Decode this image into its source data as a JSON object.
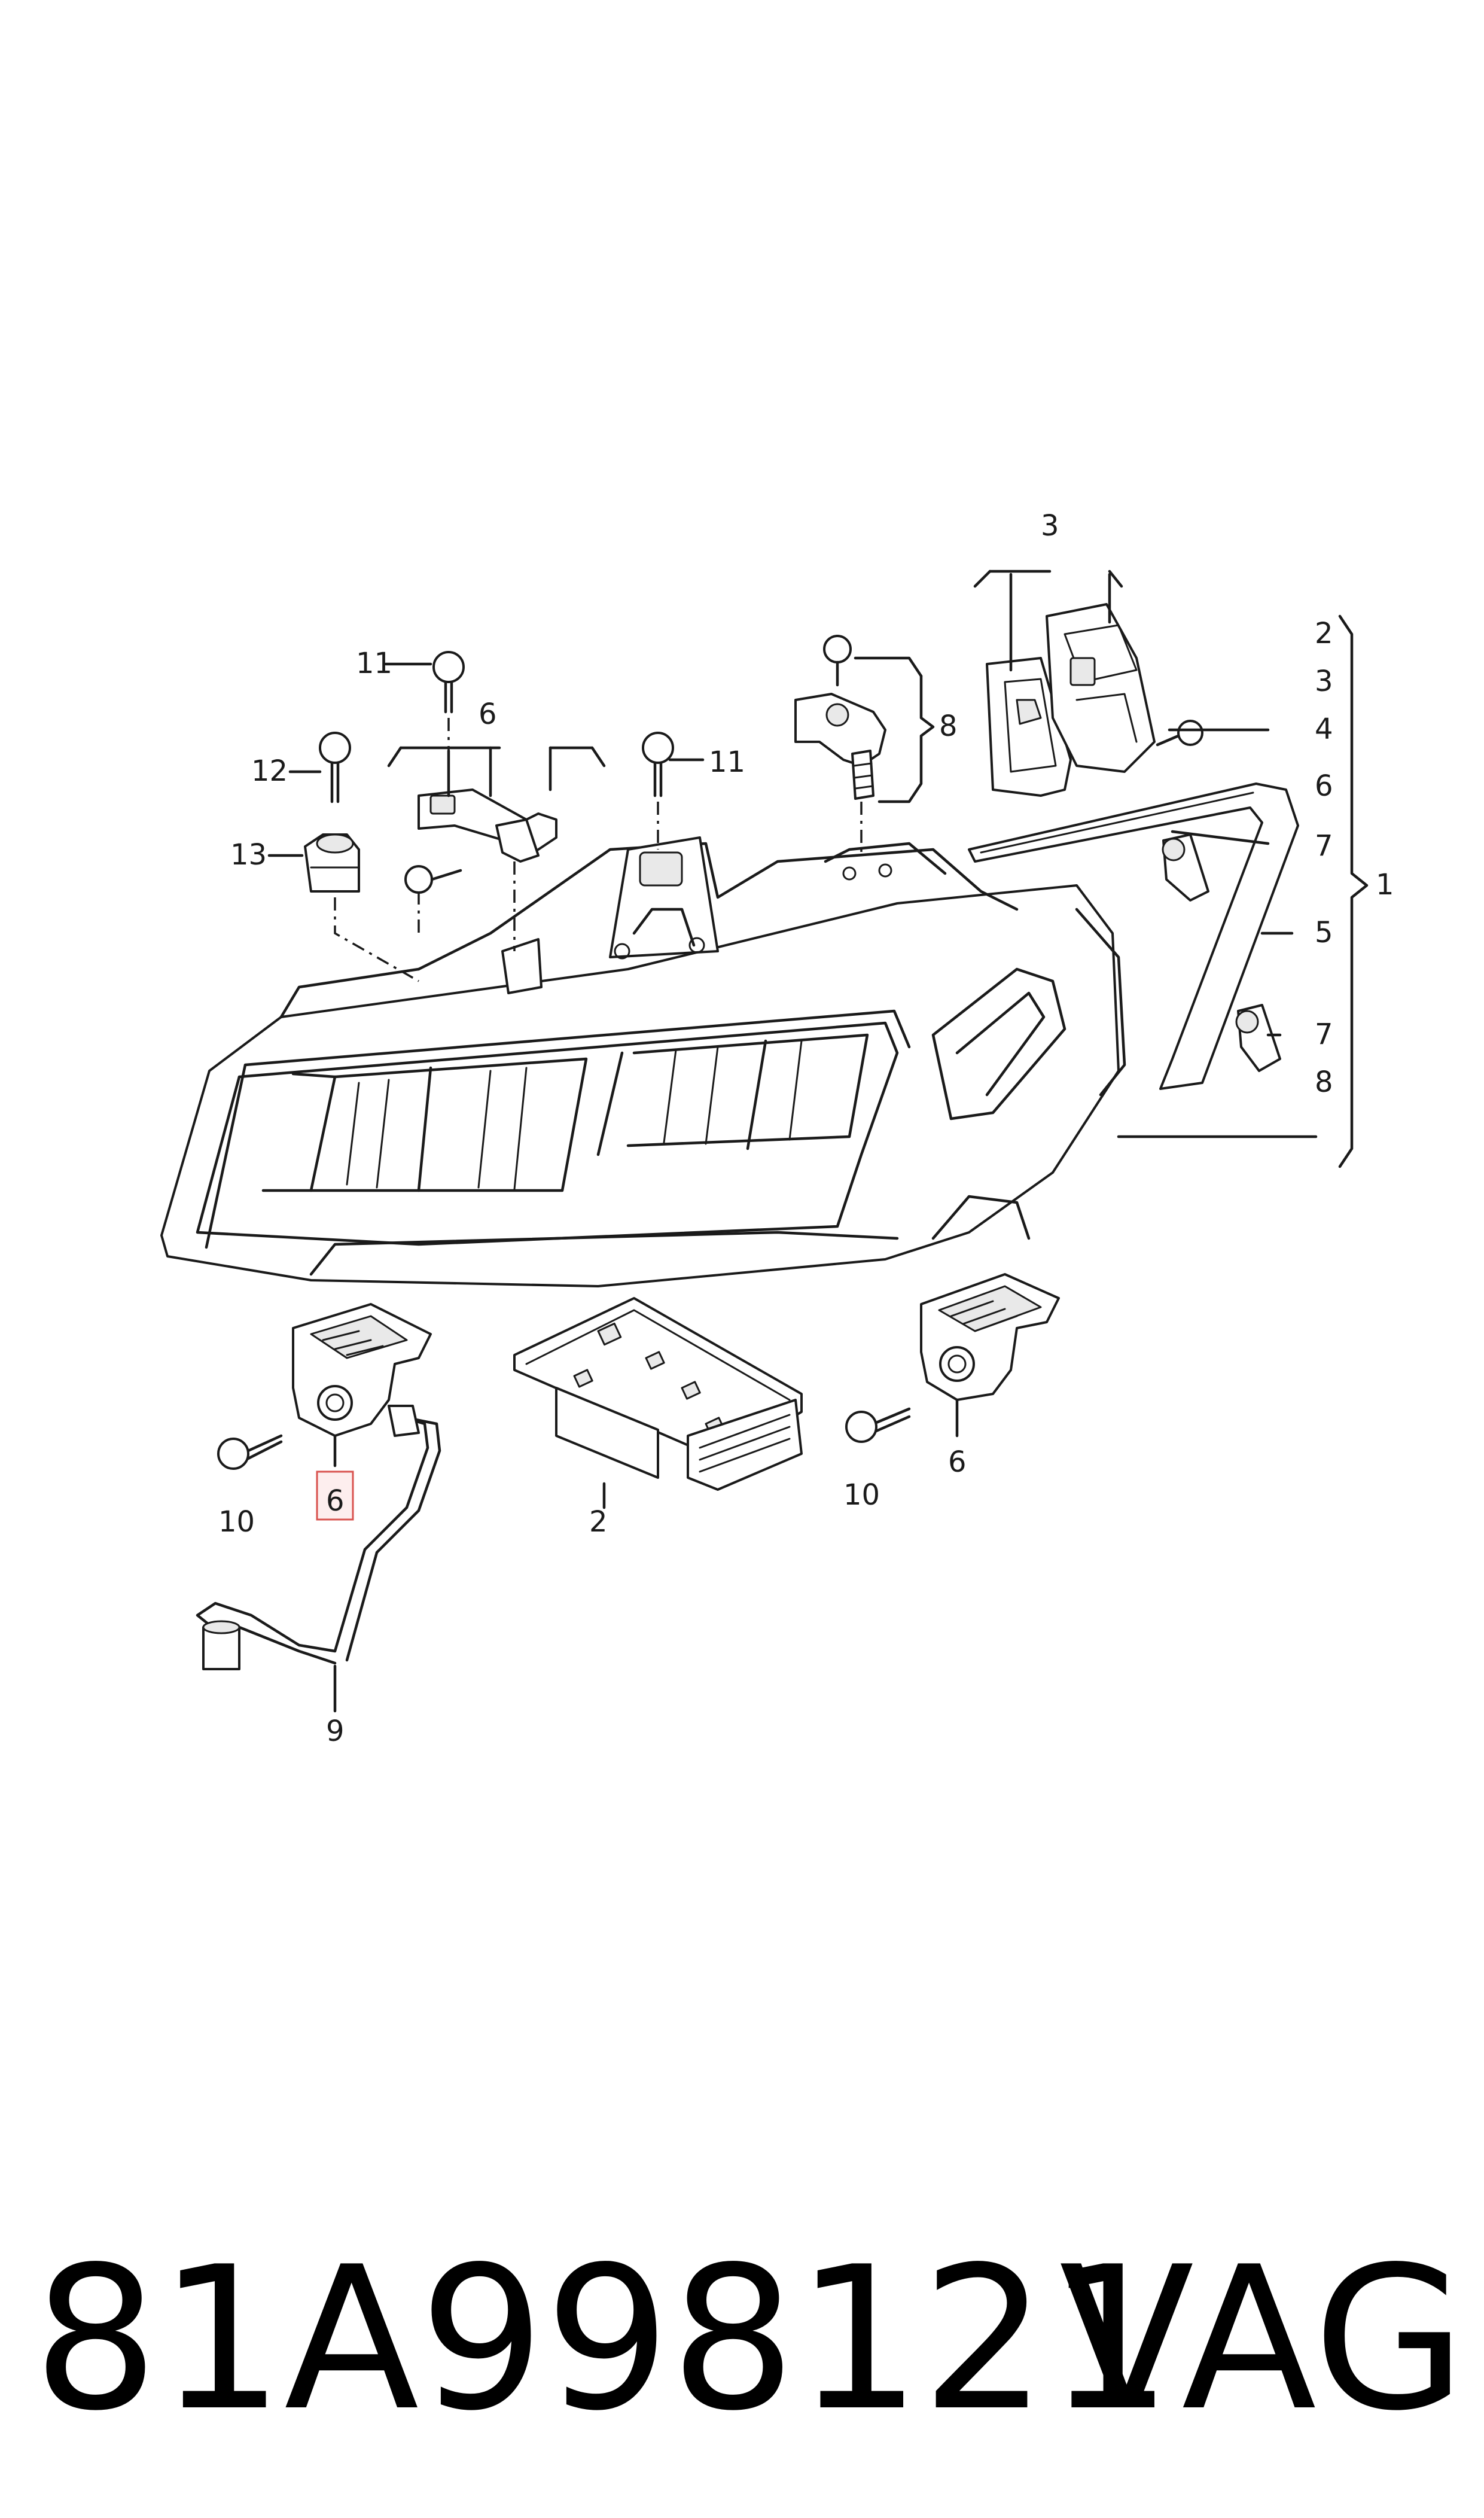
{
  "callouts": [
    {
      "id": "c1",
      "text": "1"
    },
    {
      "id": "c2a",
      "text": "2"
    },
    {
      "id": "c2b",
      "text": "2"
    },
    {
      "id": "c3a",
      "text": "3"
    },
    {
      "id": "c3b",
      "text": "3"
    },
    {
      "id": "c4",
      "text": "4"
    },
    {
      "id": "c5",
      "text": "5"
    },
    {
      "id": "c6a",
      "text": "6"
    },
    {
      "id": "c6b",
      "text": "6"
    },
    {
      "id": "c6c",
      "text": "6"
    },
    {
      "id": "c6d",
      "text": "6"
    },
    {
      "id": "c7a",
      "text": "7"
    },
    {
      "id": "c7b",
      "text": "7"
    },
    {
      "id": "c8a",
      "text": "8"
    },
    {
      "id": "c8b",
      "text": "8"
    },
    {
      "id": "c9",
      "text": "9"
    },
    {
      "id": "c10a",
      "text": "10"
    },
    {
      "id": "c10b",
      "text": "10"
    },
    {
      "id": "c11a",
      "text": "11"
    },
    {
      "id": "c11b",
      "text": "11"
    },
    {
      "id": "c12",
      "text": "12"
    },
    {
      "id": "c13",
      "text": "13"
    }
  ],
  "highlighted_callout": "6",
  "part_number": "81A998121",
  "brand": "VAG",
  "colors": {
    "ink": "#1a1a1a",
    "highlight_border": "#d9534f",
    "highlight_fill": "#fdeeee"
  }
}
